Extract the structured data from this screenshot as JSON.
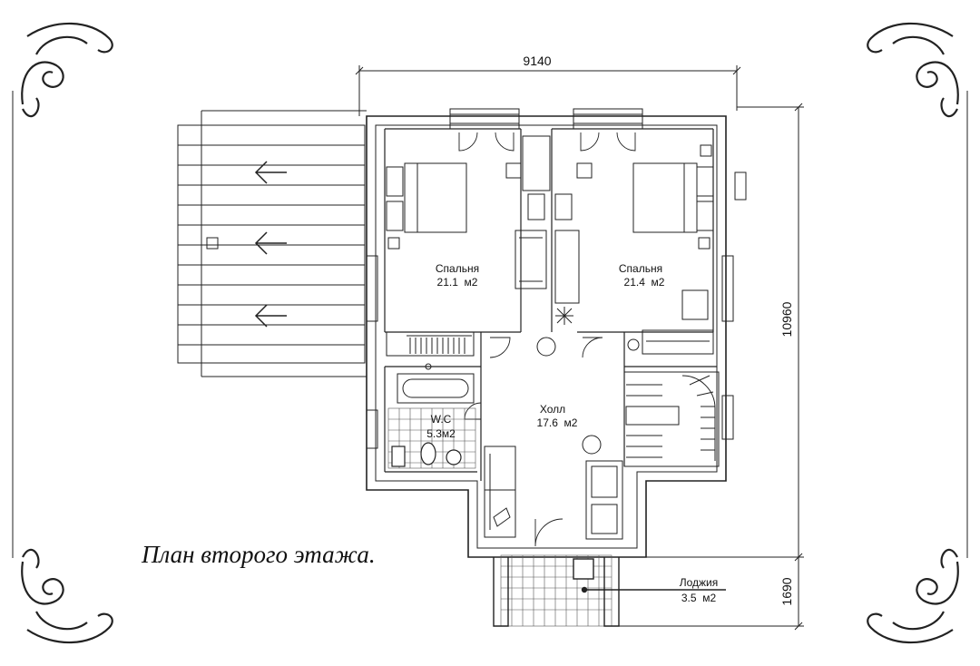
{
  "title": "План второго этажа.",
  "dimensions": {
    "width": "9140",
    "height": "10960",
    "loggia_depth": "1690"
  },
  "rooms": [
    {
      "name": "Спальня",
      "area": "21.1  м2"
    },
    {
      "name": "Спальня",
      "area": "21.4  м2"
    },
    {
      "name": "Холл",
      "area": "17.6  м2"
    },
    {
      "name": "W.C",
      "area": "5.3м2"
    },
    {
      "name": "Лоджия",
      "area": "3.5  м2"
    }
  ]
}
